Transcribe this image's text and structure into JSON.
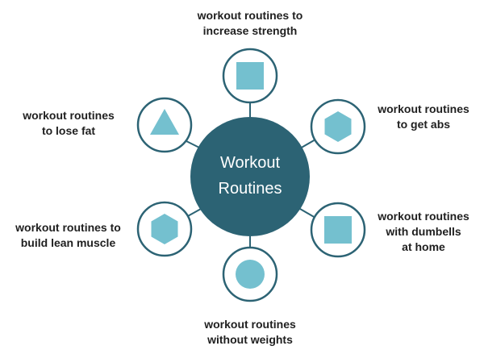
{
  "diagram": {
    "hub": {
      "title_line1": "Workout",
      "title_line2": "Routines"
    },
    "nodes": [
      {
        "shape": "square-icon",
        "line1": "workout routines to",
        "line2": "increase strength",
        "line3": ""
      },
      {
        "shape": "hexagon-icon",
        "line1": "workout routines",
        "line2": "to get abs",
        "line3": ""
      },
      {
        "shape": "square-icon",
        "line1": "workout routines",
        "line2": "with dumbells",
        "line3": "at home"
      },
      {
        "shape": "circle-icon",
        "line1": "workout routines",
        "line2": "without weights",
        "line3": ""
      },
      {
        "shape": "hexagon-icon",
        "line1": "workout routines to",
        "line2": "build lean muscle",
        "line3": ""
      },
      {
        "shape": "triangle-icon",
        "line1": "workout routines",
        "line2": "to lose fat",
        "line3": ""
      }
    ],
    "colors": {
      "hub": "#2c6374",
      "ring": "#2c6374",
      "shape": "#74c0cf",
      "text": "#1f1f1f"
    }
  }
}
